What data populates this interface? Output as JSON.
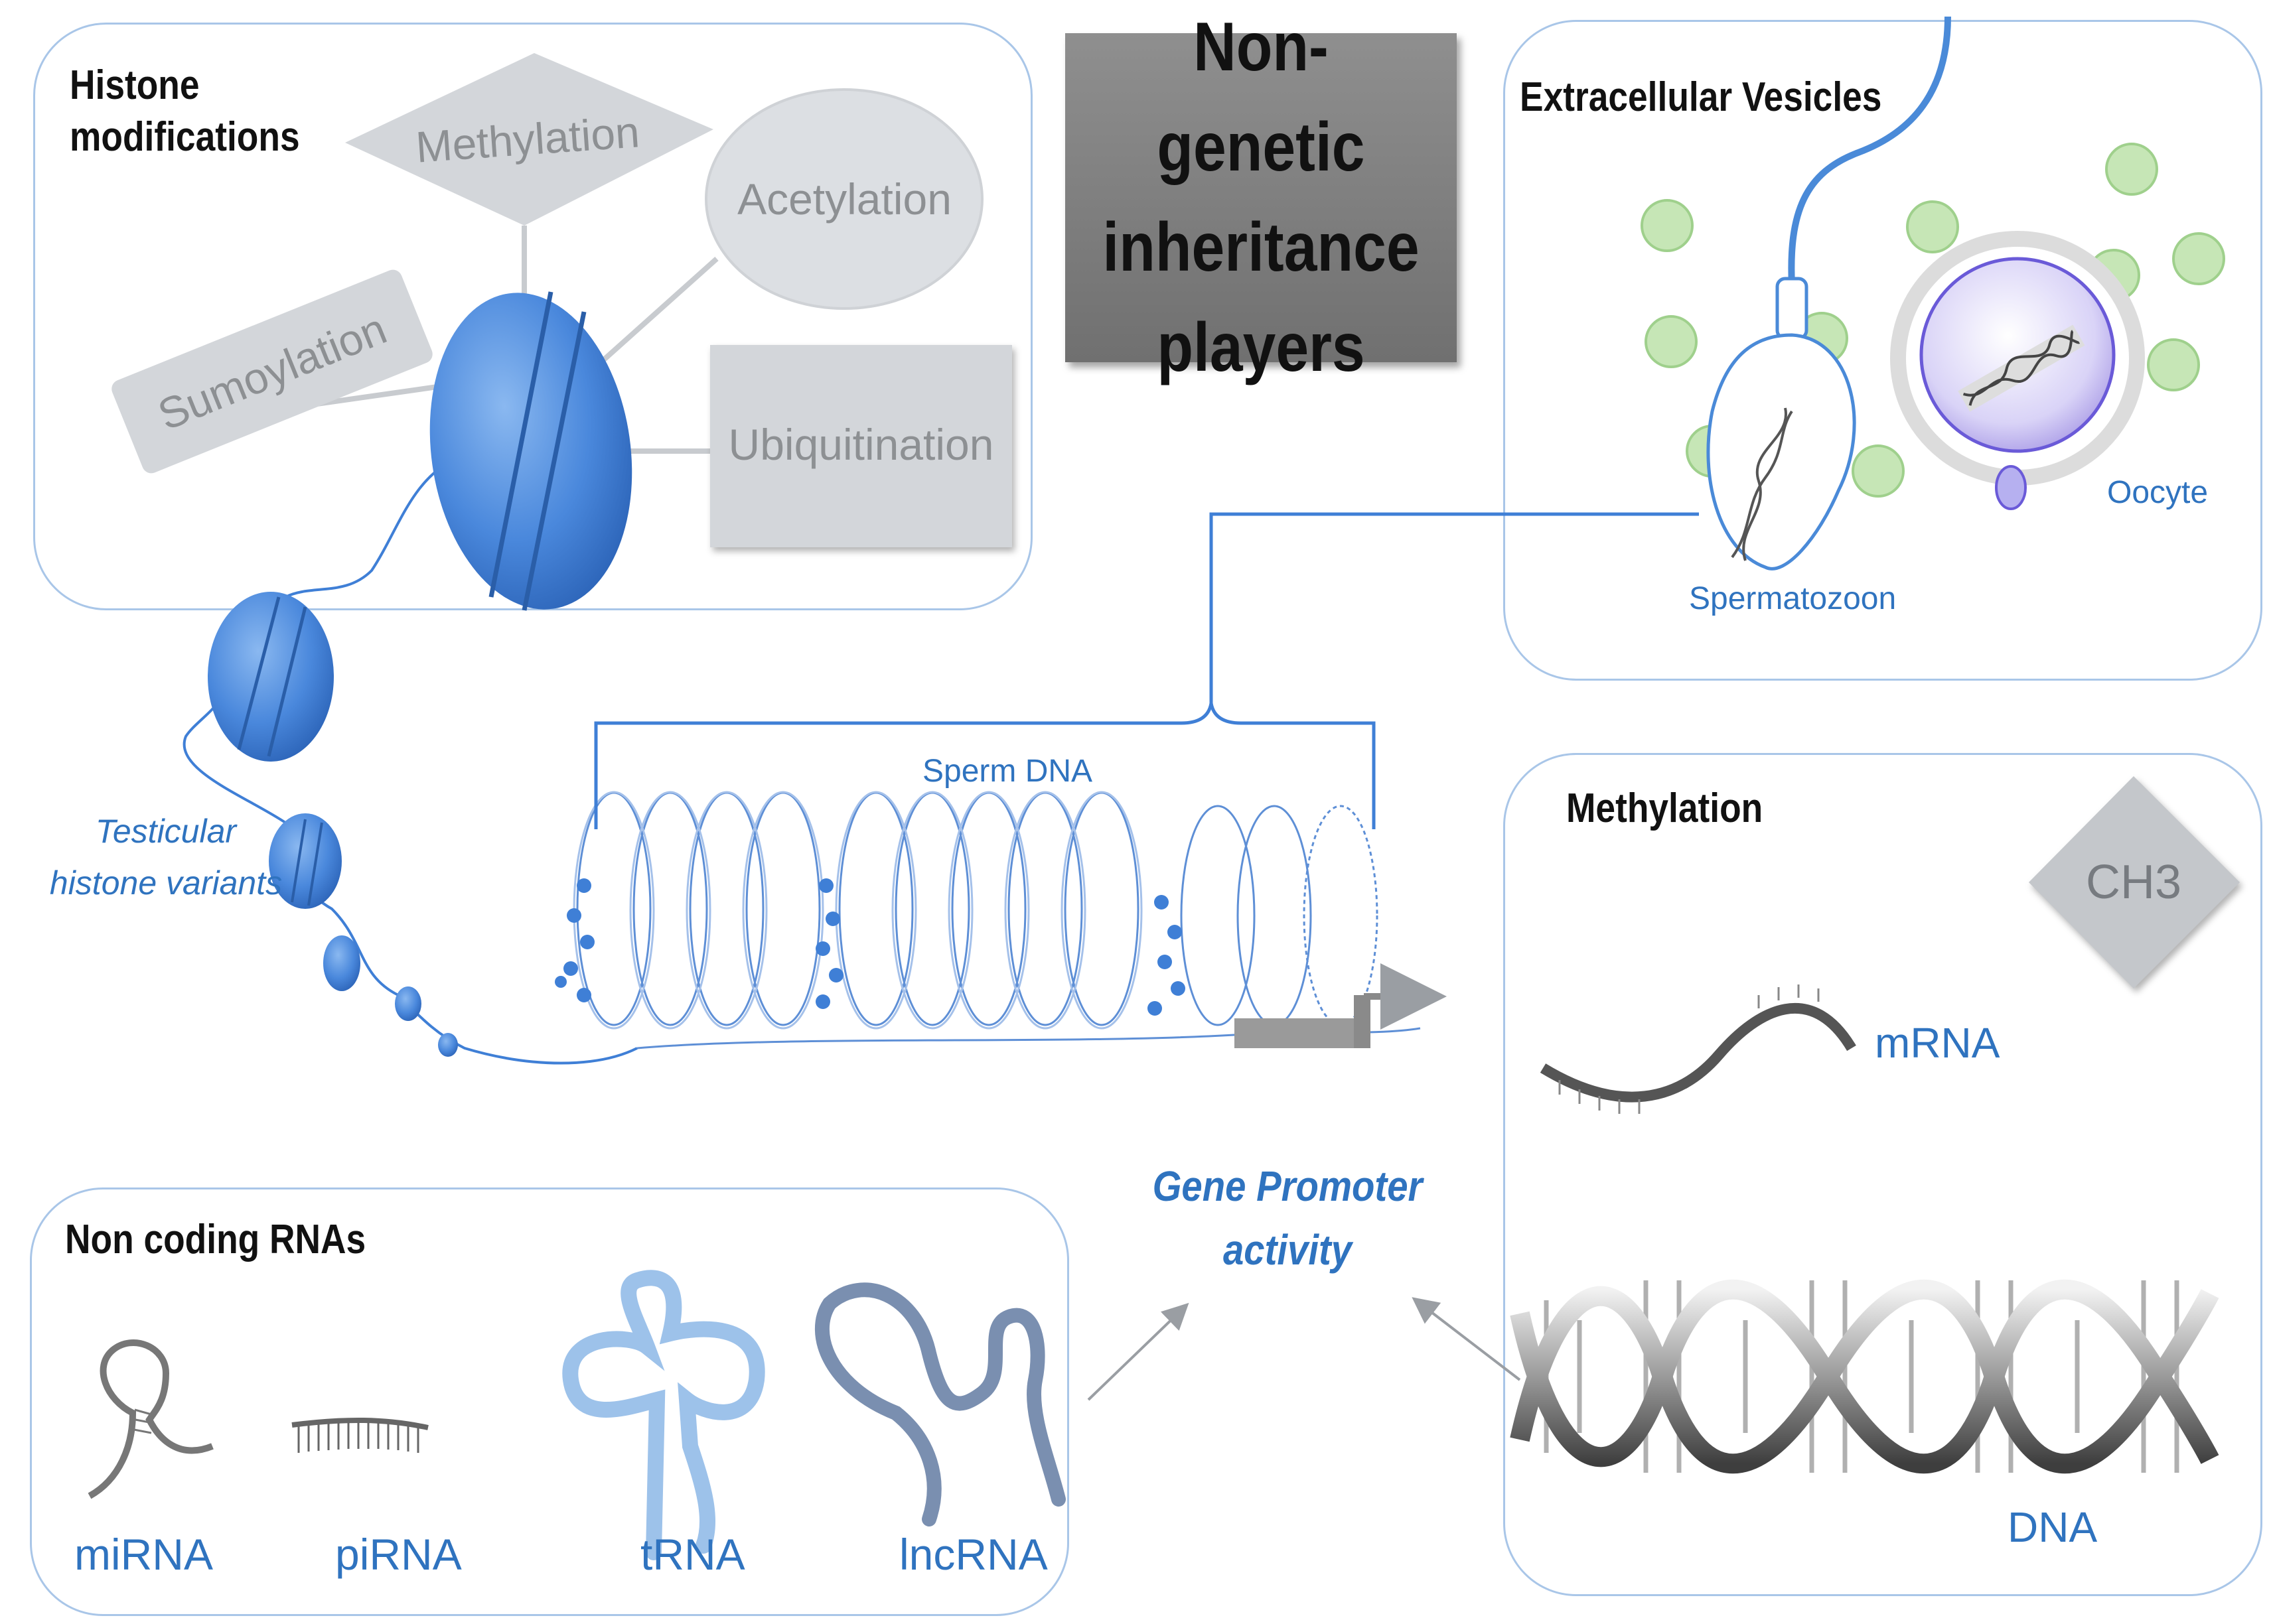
{
  "title": "Non-genetic\ninheritance\nplayers",
  "histone": {
    "title": "Histone\nmodifications",
    "methylation": "Methylation",
    "acetylation": "Acetylation",
    "sumoylation": "Sumoylation",
    "ubiquitination": "Ubiquitination",
    "variants": "Testicular\nhistone variants"
  },
  "sperm_dna": "Sperm DNA",
  "ev": {
    "title": "Extracellular Vesicles",
    "oocyte": "Oocyte",
    "spermatozoon": "Spermatozoon"
  },
  "methylation_panel": {
    "title": "Methylation",
    "ch3": "CH3",
    "mrna": "mRNA",
    "dna": "DNA"
  },
  "ncrna": {
    "title": "Non coding RNAs",
    "mirna": "miRNA",
    "pirna": "piRNA",
    "trna": "tRNA",
    "lncrna": "lncRNA"
  },
  "gene_promoter": "Gene Promoter\nactivity",
  "colors": {
    "panel_border": "#a9c6e8",
    "accent_blue": "#2f73bf",
    "nucleosome": "#3f7fd6",
    "vesicle_green": "#c6e6b6",
    "modification_gray": "#d3d6da"
  }
}
